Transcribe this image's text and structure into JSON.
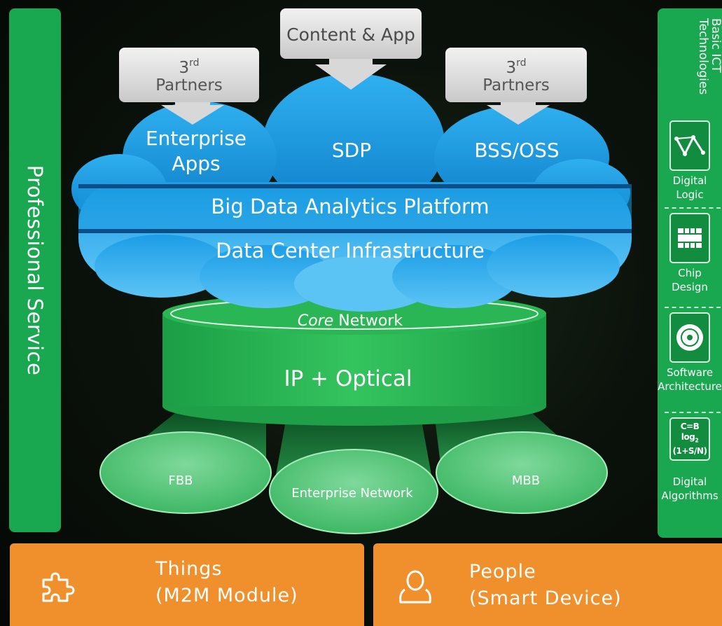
{
  "sidebar_left": {
    "label": "Professional Service"
  },
  "sidebar_right": {
    "title_line1": "Basic ICT",
    "title_line2": "Technologies",
    "items": [
      {
        "label_line1": "Digital",
        "label_line2": "Logic",
        "icon": "digital-logic-icon"
      },
      {
        "label_line1": "Chip",
        "label_line2": "Design",
        "icon": "chip-icon"
      },
      {
        "label_line1": "Software",
        "label_line2": "Architecture",
        "icon": "disc-icon"
      },
      {
        "label_line1": "Digital",
        "label_line2": "Algorithms",
        "icon": "formula-icon",
        "icon_text_line1": "C=B log",
        "icon_text_sub": "2",
        "icon_text_line2": "(1+S/N)"
      }
    ]
  },
  "top_boxes": {
    "content_app": "Content & App",
    "partners_left": {
      "line1": "3",
      "sup": "rd",
      "line2": "Partners"
    },
    "partners_right": {
      "line1": "3",
      "sup": "rd",
      "line2": "Partners"
    }
  },
  "clouds": {
    "enterprise_apps_line1": "Enterprise",
    "enterprise_apps_line2": "Apps",
    "sdp": "SDP",
    "bss_oss": "BSS/OSS",
    "big_data": "Big Data Analytics Platform",
    "data_center": "Data Center Infrastructure"
  },
  "core": {
    "core_label_italic": "Core",
    "core_label_rest": "Network",
    "ip_optical": "IP + Optical"
  },
  "access": {
    "fbb": "FBB",
    "enterprise_network": "Enterprise Network",
    "mbb": "MBB"
  },
  "bottom": {
    "things_line1": "Things",
    "things_line2": "(M2M Module)",
    "people_line1": "People",
    "people_line2": "(Smart Device)"
  },
  "colors": {
    "green": "#19a84f",
    "orange": "#f0902d",
    "cloud_blue": "#1e9fe0",
    "callout_gray": "#e6e6e6"
  }
}
